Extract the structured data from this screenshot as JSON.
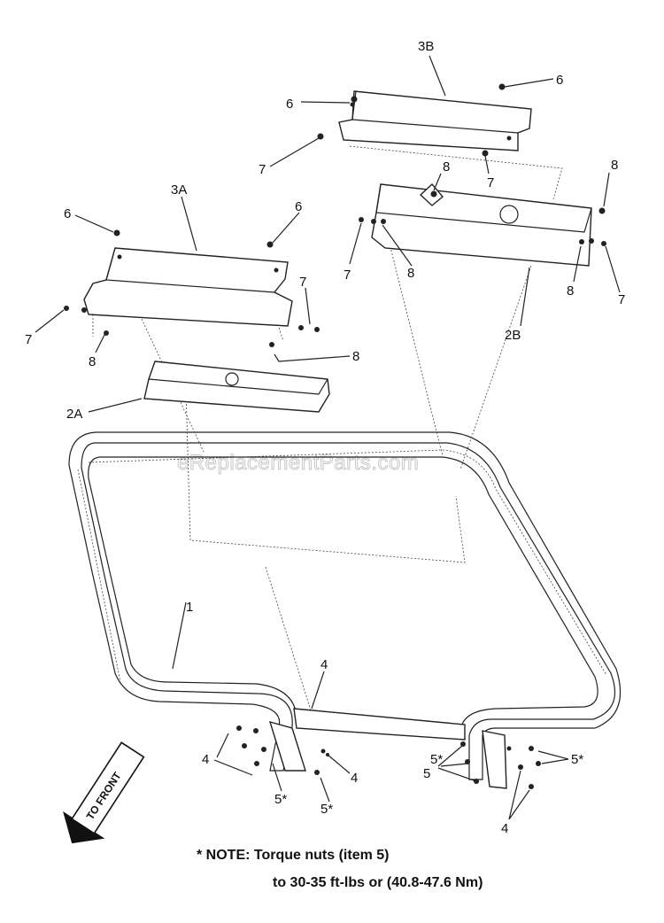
{
  "watermark": "eReplacementParts.com",
  "labels": {
    "p1": "1",
    "p2a": "2A",
    "p2b": "2B",
    "p3a": "3A",
    "p3b": "3B",
    "p4": "4",
    "p5": "5",
    "p5s": "5*",
    "p6": "6",
    "p7": "7",
    "p8": "8",
    "to_front": "TO FRONT"
  },
  "note": {
    "line1": "* NOTE: Torque nuts (item 5)",
    "line2": "to 30-35 ft-lbs or (40.8-47.6 Nm)"
  }
}
